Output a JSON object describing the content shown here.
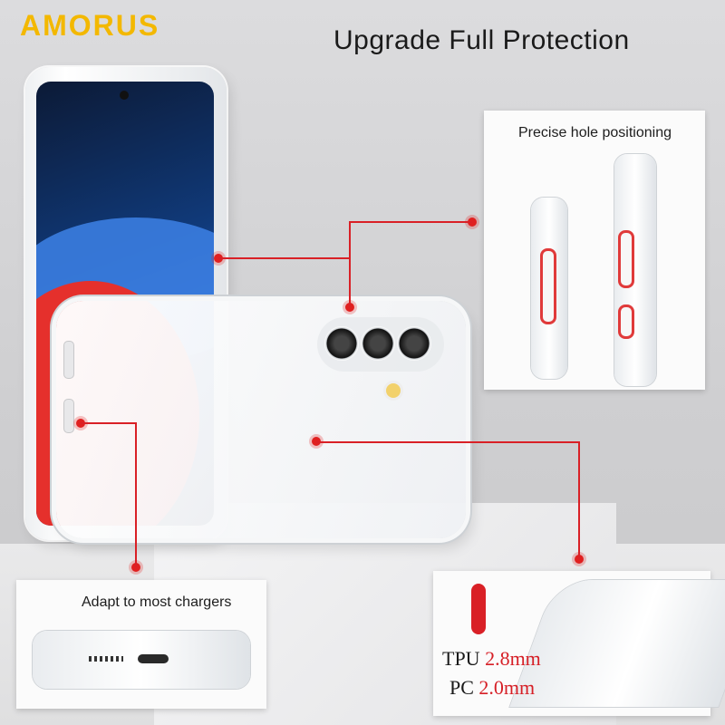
{
  "brand": {
    "name": "AMORUS",
    "color": "#f3b800"
  },
  "headline": "Upgrade Full Protection",
  "accent_color": "#d92026",
  "features": {
    "hole_positioning": {
      "title": "Precise hole positioning"
    },
    "chargers": {
      "title": "Adapt to most chargers"
    },
    "materials": {
      "tpu_label": "TPU",
      "tpu_value": "2.8mm",
      "pc_label": "PC",
      "pc_value": "2.0mm"
    }
  },
  "icons": [
    "phone-front-image",
    "phone-back-image",
    "camera-lens-icon",
    "callout-dot-icon"
  ]
}
